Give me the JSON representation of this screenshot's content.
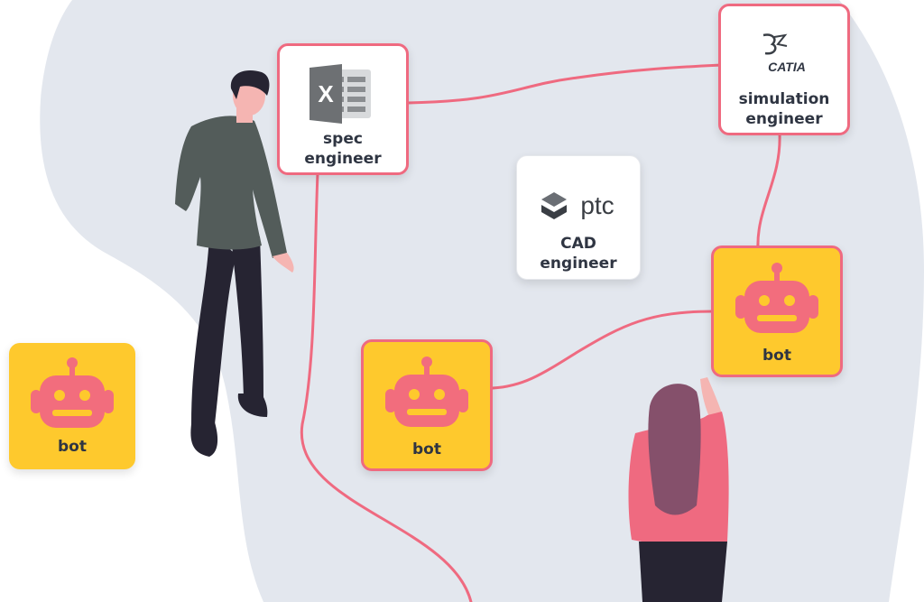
{
  "colors": {
    "blob": "#e3e7ee",
    "connector": "#ef6a80",
    "bot_card": "#fec92d",
    "robot": "#f26d7d",
    "text": "#2f3542"
  },
  "nodes": {
    "spec": {
      "label_line1": "spec",
      "label_line2": "engineer",
      "icon": "excel-icon"
    },
    "simulation": {
      "logo_text": "CATIA",
      "label_line1": "simulation",
      "label_line2": "engineer",
      "icon": "catia-icon"
    },
    "cad": {
      "logo_text": "ptc",
      "label_line1": "CAD",
      "label_line2": "engineer",
      "icon": "ptc-icon"
    },
    "bot_right": {
      "label": "bot",
      "icon": "robot-icon"
    },
    "bot_center": {
      "label": "bot",
      "icon": "robot-icon"
    },
    "bot_left": {
      "label": "bot",
      "icon": "robot-icon"
    }
  }
}
